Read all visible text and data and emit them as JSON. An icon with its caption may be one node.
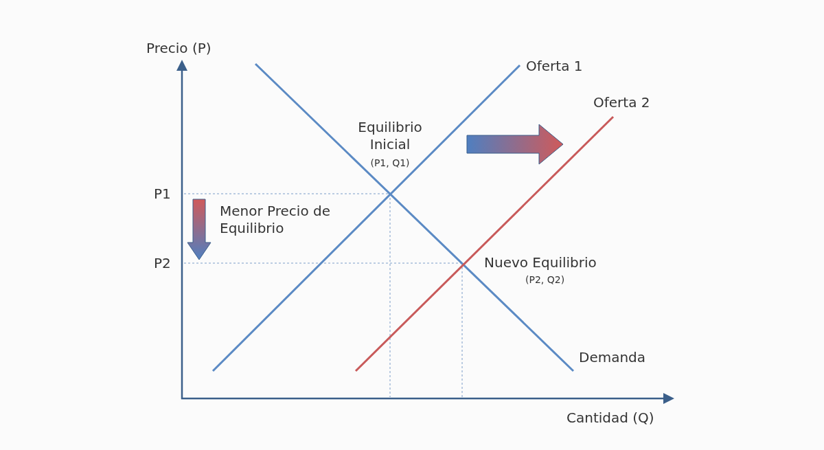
{
  "diagram": {
    "labels": [
      "Precio (P)",
      "Oferta 1",
      "Oferta 2",
      "Equilibrio Inicial",
      "(P1, Q1)",
      "P1",
      "Menor Precio de Equilibrio",
      "P2",
      "Nuevo Equilibrio",
      "(P2, Q2)",
      "Demanda",
      "Cantidad (Q)"
    ]
  }
}
